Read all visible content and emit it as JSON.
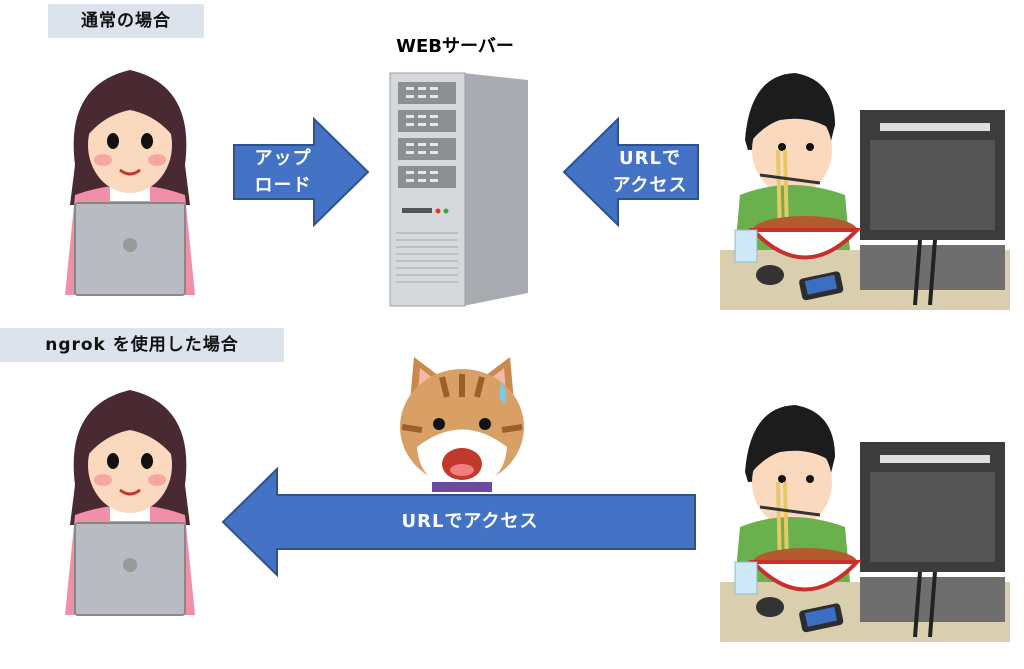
{
  "sections": {
    "normal": {
      "label": "通常の場合"
    },
    "ngrok": {
      "label": "ngrok を使用した場合"
    }
  },
  "server": {
    "title": "WEBサーバー"
  },
  "arrows": {
    "upload": {
      "line1": "アップ",
      "line2": "ロード"
    },
    "access_top": {
      "line1": "URLで",
      "line2": "アクセス"
    },
    "access_bottom": {
      "label": "URLでアクセス"
    }
  },
  "colors": {
    "arrow_fill": "#4472c4",
    "arrow_stroke": "#2f528f",
    "label_bg": "#dde3ec"
  }
}
